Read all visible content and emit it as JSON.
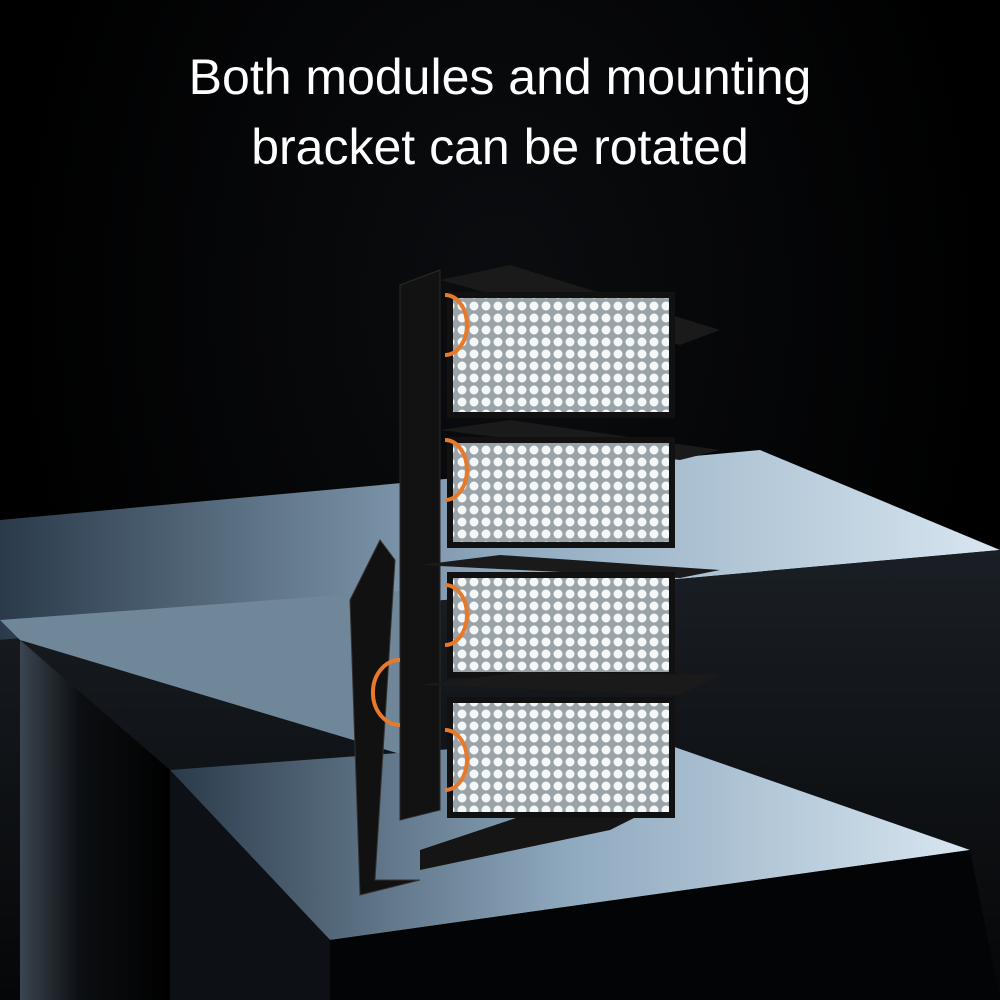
{
  "headline": {
    "line1": "Both modules and mounting",
    "line2": "bracket can be rotated"
  },
  "colors": {
    "background": "#000000",
    "text": "#ffffff",
    "arrow": "#e8782a",
    "block_top": "#9fb8cc"
  },
  "product": {
    "module_count": 4
  }
}
